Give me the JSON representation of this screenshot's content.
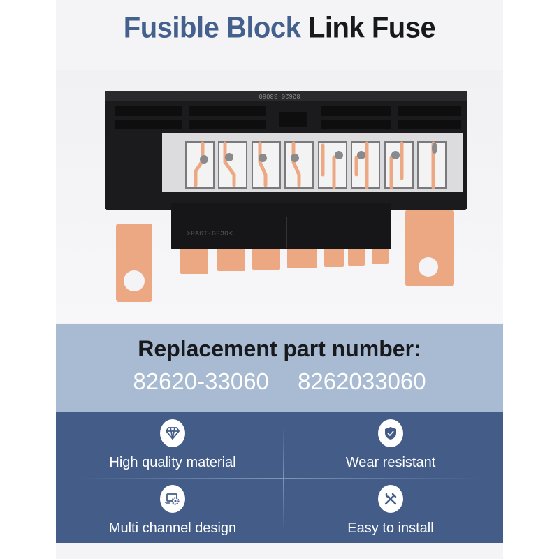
{
  "title": {
    "part1": "Fusible Block",
    "part2": "Link Fuse"
  },
  "product": {
    "imprint_top": "82620-33060",
    "imprint_material": ">PA6T-GF30<"
  },
  "replacement": {
    "heading": "Replacement part number:",
    "numbers": [
      "82620-33060",
      "8262033060"
    ]
  },
  "features": [
    {
      "label": "High quality material",
      "icon": "diamond-icon"
    },
    {
      "label": "Wear resistant",
      "icon": "shield-check-icon"
    },
    {
      "label": "Multi channel design",
      "icon": "screen-gear-icon"
    },
    {
      "label": "Easy to install",
      "icon": "wrench-screwdriver-icon"
    }
  ],
  "colors": {
    "brand_blue": "#44608d",
    "band_light": "#a8bbd2",
    "band_dark": "#445d88",
    "copper": "#eba882"
  }
}
